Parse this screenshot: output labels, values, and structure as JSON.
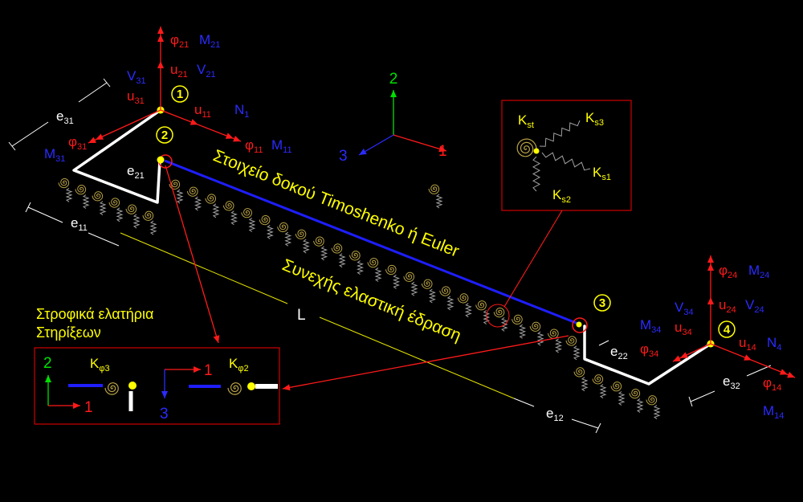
{
  "colors": {
    "background": "#000000",
    "force": "#ff1a1a",
    "moment": "#2b2bff",
    "annotation": "#ffff00",
    "axis_2": "#00e000",
    "beam": "#1e1eff",
    "offset": "#ffffff",
    "dimension": "#ffffff",
    "span_line": "#e6e600",
    "spring_spiral": "#b9a245",
    "spring_coil": "#a0a0a0",
    "frame": "#d00000"
  },
  "titles": {
    "beam": "Στοιχείο δοκού Timoshenko ή Euler",
    "foundation": "Συνεχής ελαστική έδραση"
  },
  "nodes": [
    {
      "label": "1"
    },
    {
      "label": "2"
    },
    {
      "label": "3"
    },
    {
      "label": "4"
    }
  ],
  "axes": {
    "label_1": "1",
    "label_2": "2",
    "label_3": "3"
  },
  "labels": {
    "phi21": {
      "base": "φ",
      "sub": "21"
    },
    "M21": {
      "base": "M",
      "sub": "21"
    },
    "u21": {
      "base": "u",
      "sub": "21"
    },
    "V21": {
      "base": "V",
      "sub": "21"
    },
    "V31": {
      "base": "V",
      "sub": "31"
    },
    "u31": {
      "base": "u",
      "sub": "31"
    },
    "u11": {
      "base": "u",
      "sub": "11"
    },
    "N1": {
      "base": "N",
      "sub": "1"
    },
    "phi11": {
      "base": "φ",
      "sub": "11"
    },
    "M11": {
      "base": "M",
      "sub": "11"
    },
    "phi31": {
      "base": "φ",
      "sub": "31"
    },
    "M31": {
      "base": "M",
      "sub": "31"
    },
    "phi24": {
      "base": "φ",
      "sub": "24"
    },
    "M24": {
      "base": "M",
      "sub": "24"
    },
    "u24": {
      "base": "u",
      "sub": "24"
    },
    "V24": {
      "base": "V",
      "sub": "24"
    },
    "V34": {
      "base": "V",
      "sub": "34"
    },
    "u34": {
      "base": "u",
      "sub": "34"
    },
    "M34": {
      "base": "M",
      "sub": "34"
    },
    "phi34": {
      "base": "φ",
      "sub": "34"
    },
    "u14": {
      "base": "u",
      "sub": "14"
    },
    "N4": {
      "base": "N",
      "sub": "4"
    },
    "phi14": {
      "base": "φ",
      "sub": "14"
    },
    "M14": {
      "base": "M",
      "sub": "14"
    }
  },
  "dimensions": {
    "e31": {
      "base": "e",
      "sub": "31"
    },
    "e21": {
      "base": "e",
      "sub": "21"
    },
    "e11": {
      "base": "e",
      "sub": "11"
    },
    "e12": {
      "base": "e",
      "sub": "12"
    },
    "e22": {
      "base": "e",
      "sub": "22"
    },
    "e32": {
      "base": "e",
      "sub": "32"
    },
    "L": "L"
  },
  "spring_detail": {
    "k_st": {
      "base": "K",
      "sub": "st"
    },
    "k_s3": {
      "base": "K",
      "sub": "s3"
    },
    "k_s1": {
      "base": "K",
      "sub": "s1"
    },
    "k_s2": {
      "base": "K",
      "sub": "s2"
    }
  },
  "rotational_springs": {
    "title_line1": "Στροφικά ελατήρια",
    "title_line2": "Στηρίξεων",
    "left_axis_2": "2",
    "left_axis_1": "1",
    "right_axis_1": "1",
    "right_axis_3": "3",
    "k_phi3": {
      "base": "K",
      "sub": "φ3"
    },
    "k_phi2": {
      "base": "K",
      "sub": "φ2"
    }
  }
}
